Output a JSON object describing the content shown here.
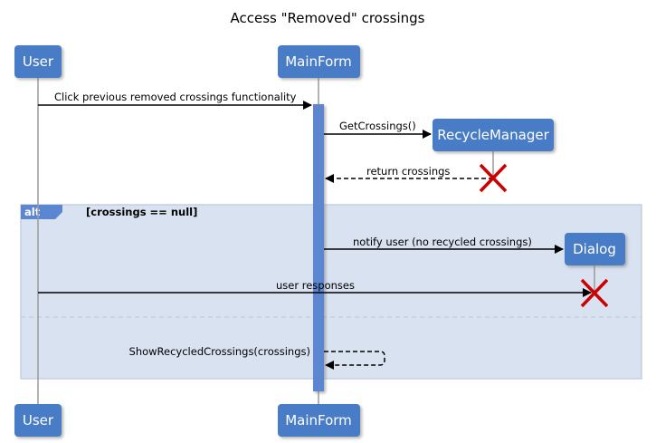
{
  "title": "Access \"Removed\" crossings",
  "participants": {
    "user": "User",
    "mainform": "MainForm",
    "recyclemanager": "RecycleManager",
    "dialog": "Dialog"
  },
  "messages": {
    "m1": "Click previous removed crossings functionality",
    "m2": "GetCrossings()",
    "m3": "return crossings",
    "m4": "notify user (no recycled crossings)",
    "m5": "user responses",
    "m6": "ShowRecycledCrossings(crossings)"
  },
  "fragment": {
    "operator": "alt",
    "guard": "[crossings == null]"
  },
  "colors": {
    "actor_fill": "#4a7cc7",
    "lifeline": "#9a9a9a",
    "activation": "#5b86d0",
    "frame_fill": "#d9e2f1",
    "frame_border": "#c4cfe0",
    "destroy": "#cc0000"
  }
}
